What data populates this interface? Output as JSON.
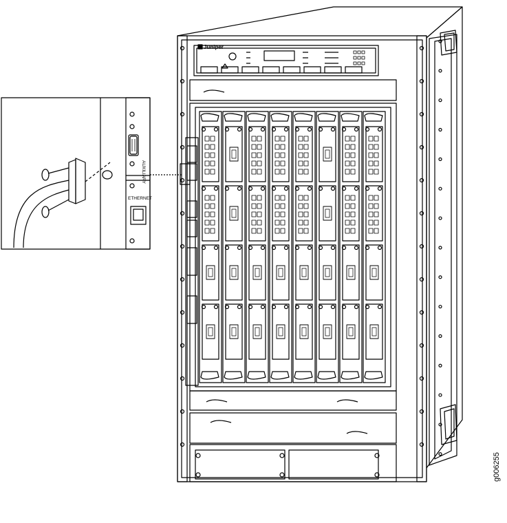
{
  "figure": {
    "brand_label": "Juniper",
    "callout_labels": {
      "auxiliary": "AUXILIARY",
      "ethernet": "ETHERNET"
    },
    "figure_id": "g006255"
  },
  "chassis": {
    "fpc_slot_count": 8,
    "port_style_per_slot": [
      "sfp",
      "rj",
      "sfp",
      "sfp",
      "sfp",
      "rj",
      "sfp",
      "sfp"
    ]
  }
}
